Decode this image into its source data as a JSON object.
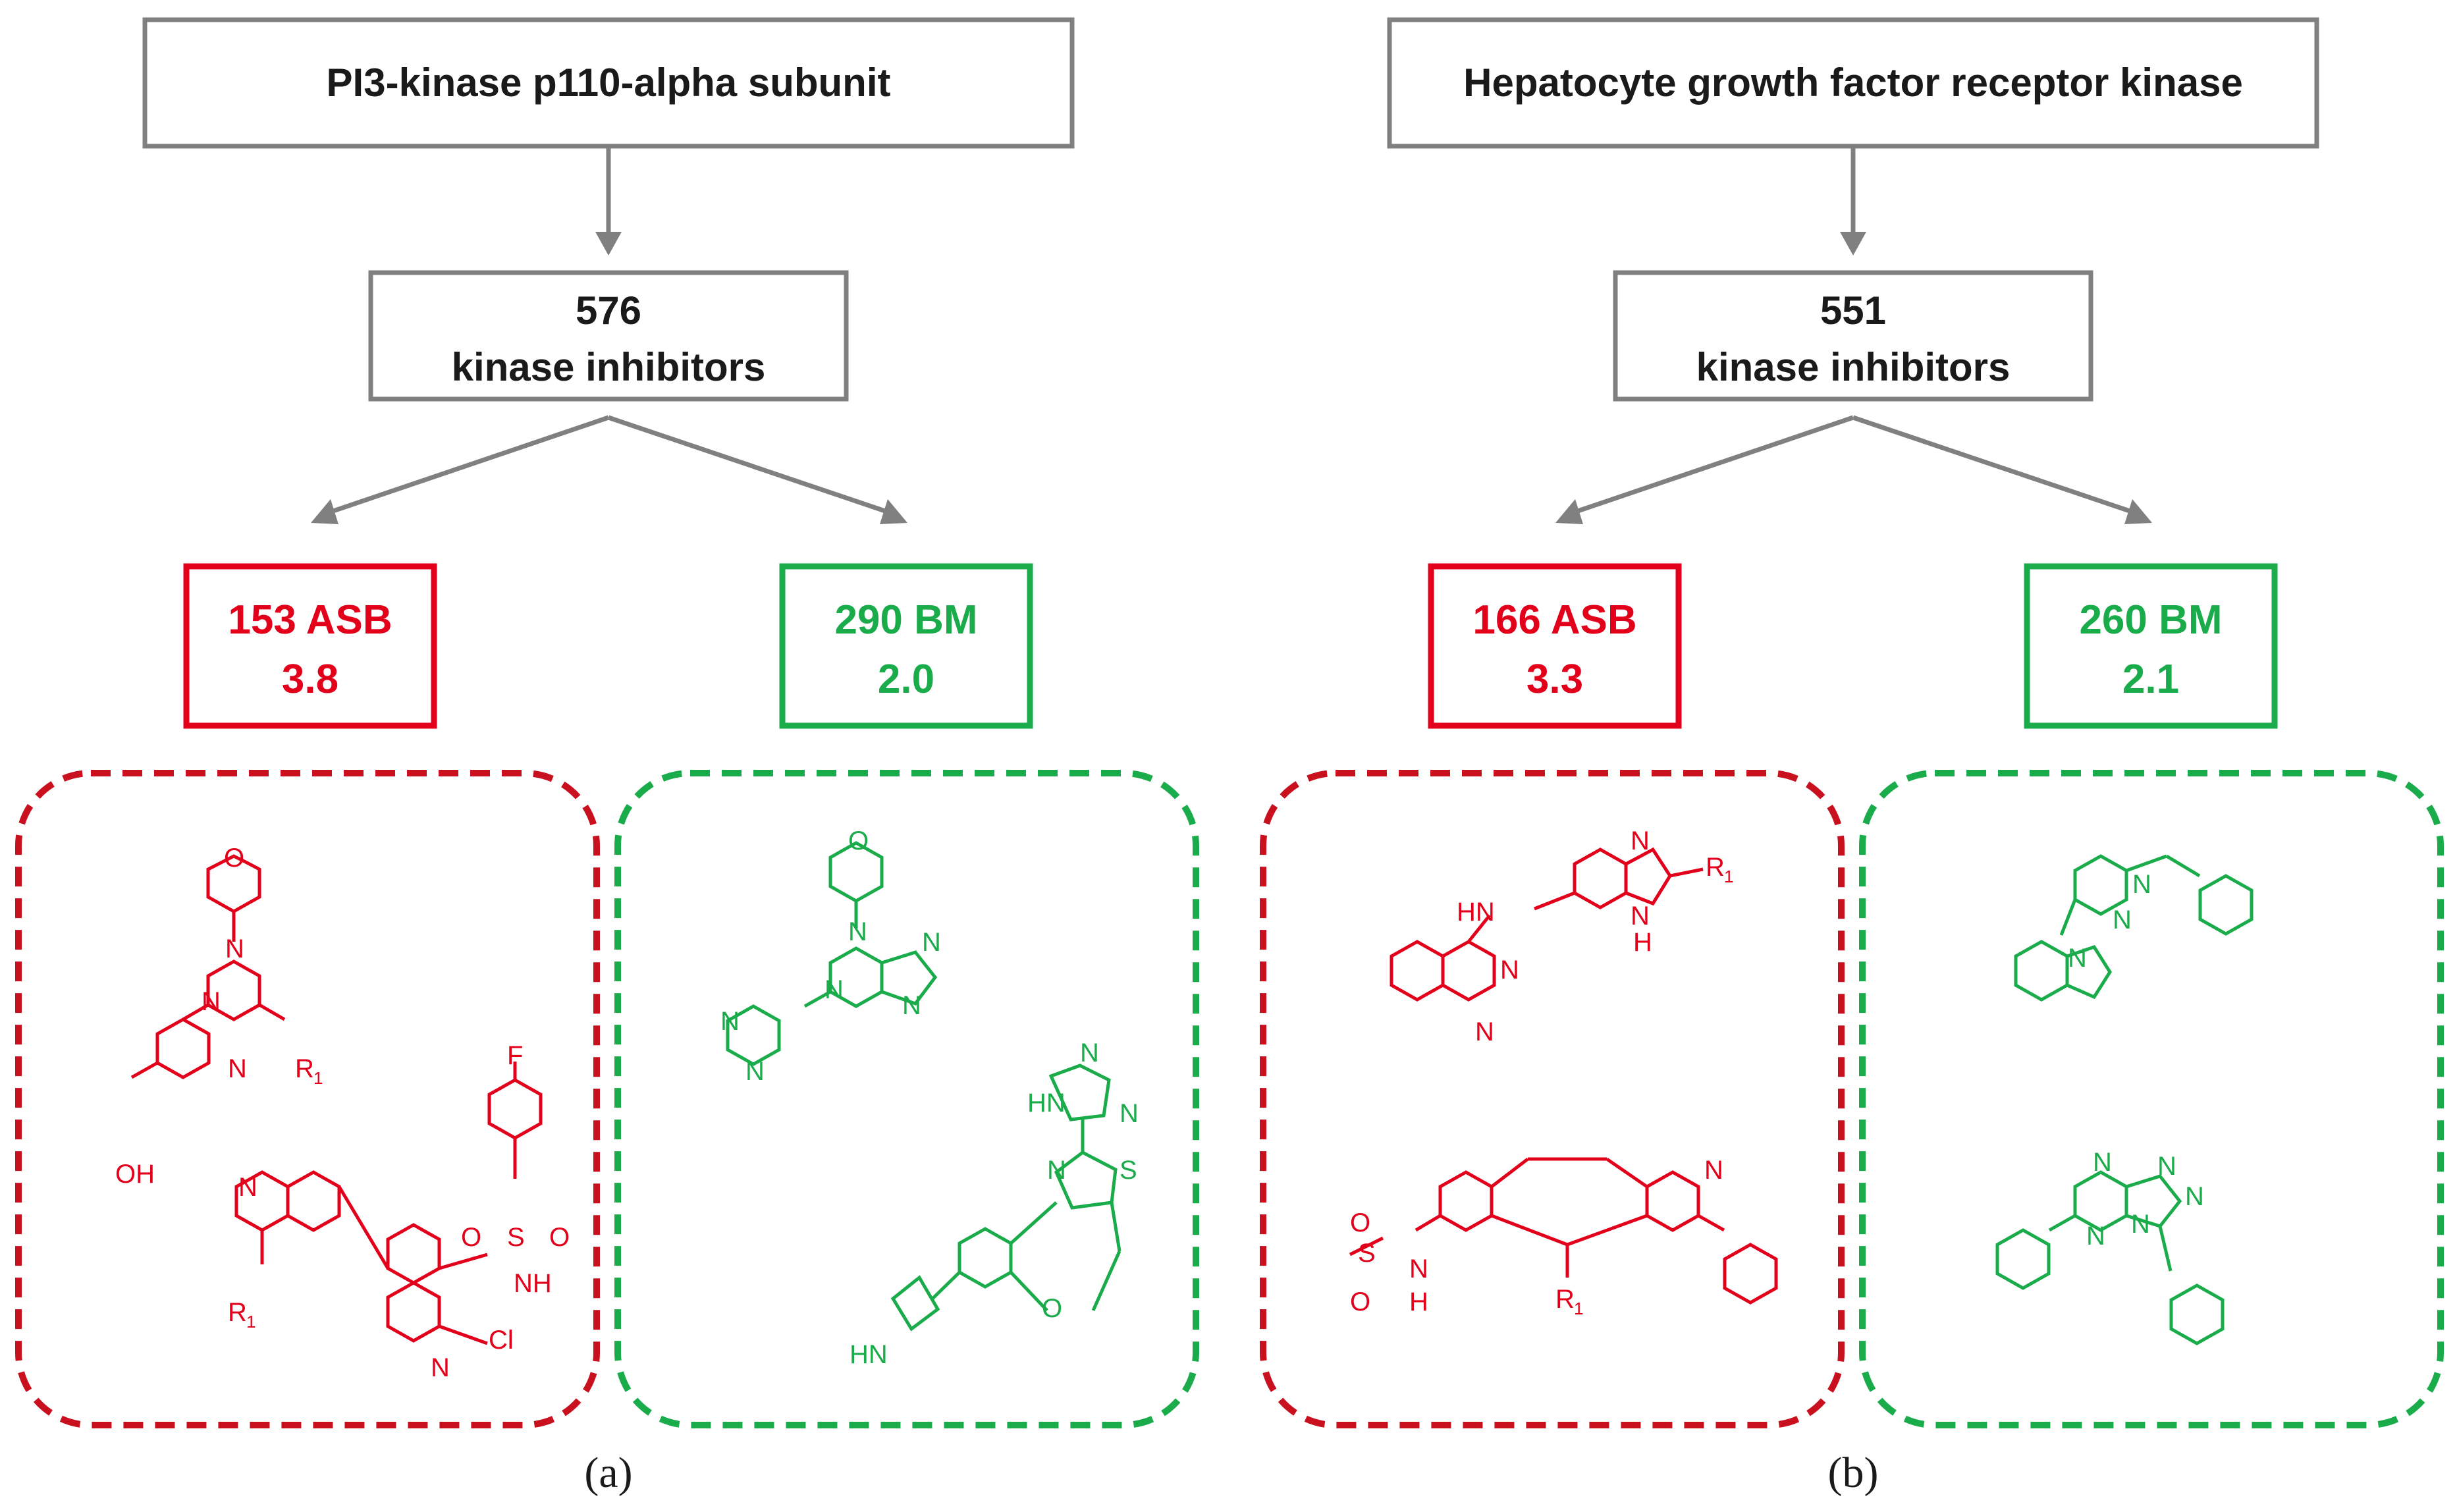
{
  "panel_a": {
    "target": "PI3-kinase p110-alpha subunit",
    "count": "576",
    "count_label": "kinase inhibitors",
    "asb_label": "153 ASB",
    "asb_value": "3.8",
    "bm_label": "290 BM",
    "bm_value": "2.0",
    "caption": "(a)",
    "asb_atoms": [
      "O",
      "N",
      "N",
      "N",
      "R",
      "1",
      "OH",
      "F",
      "S",
      "O",
      "O",
      "NH",
      "N",
      "R",
      "1",
      "N",
      "Cl"
    ],
    "bm_atoms": [
      "O",
      "N",
      "N",
      "N",
      "N",
      "N",
      "N",
      "HN",
      "N",
      "N",
      "N",
      "S",
      "O",
      "HN"
    ]
  },
  "panel_b": {
    "target": "Hepatocyte growth factor receptor kinase",
    "count": "551",
    "count_label": "kinase inhibitors",
    "asb_label": "166 ASB",
    "asb_value": "3.3",
    "bm_label": "260 BM",
    "bm_value": "2.1",
    "caption": "(b)",
    "asb_atoms": [
      "N",
      "R",
      "1",
      "N",
      "H",
      "HN",
      "N",
      "N",
      "N",
      "S",
      "O",
      "O",
      "N",
      "H",
      "R",
      "1"
    ],
    "bm_atoms": [
      "N",
      "N",
      "N",
      "N",
      "N",
      "N",
      "N",
      "N"
    ]
  },
  "colors": {
    "asb": "#e2001a",
    "bm": "#1aab4a",
    "neutral": "#808080"
  }
}
